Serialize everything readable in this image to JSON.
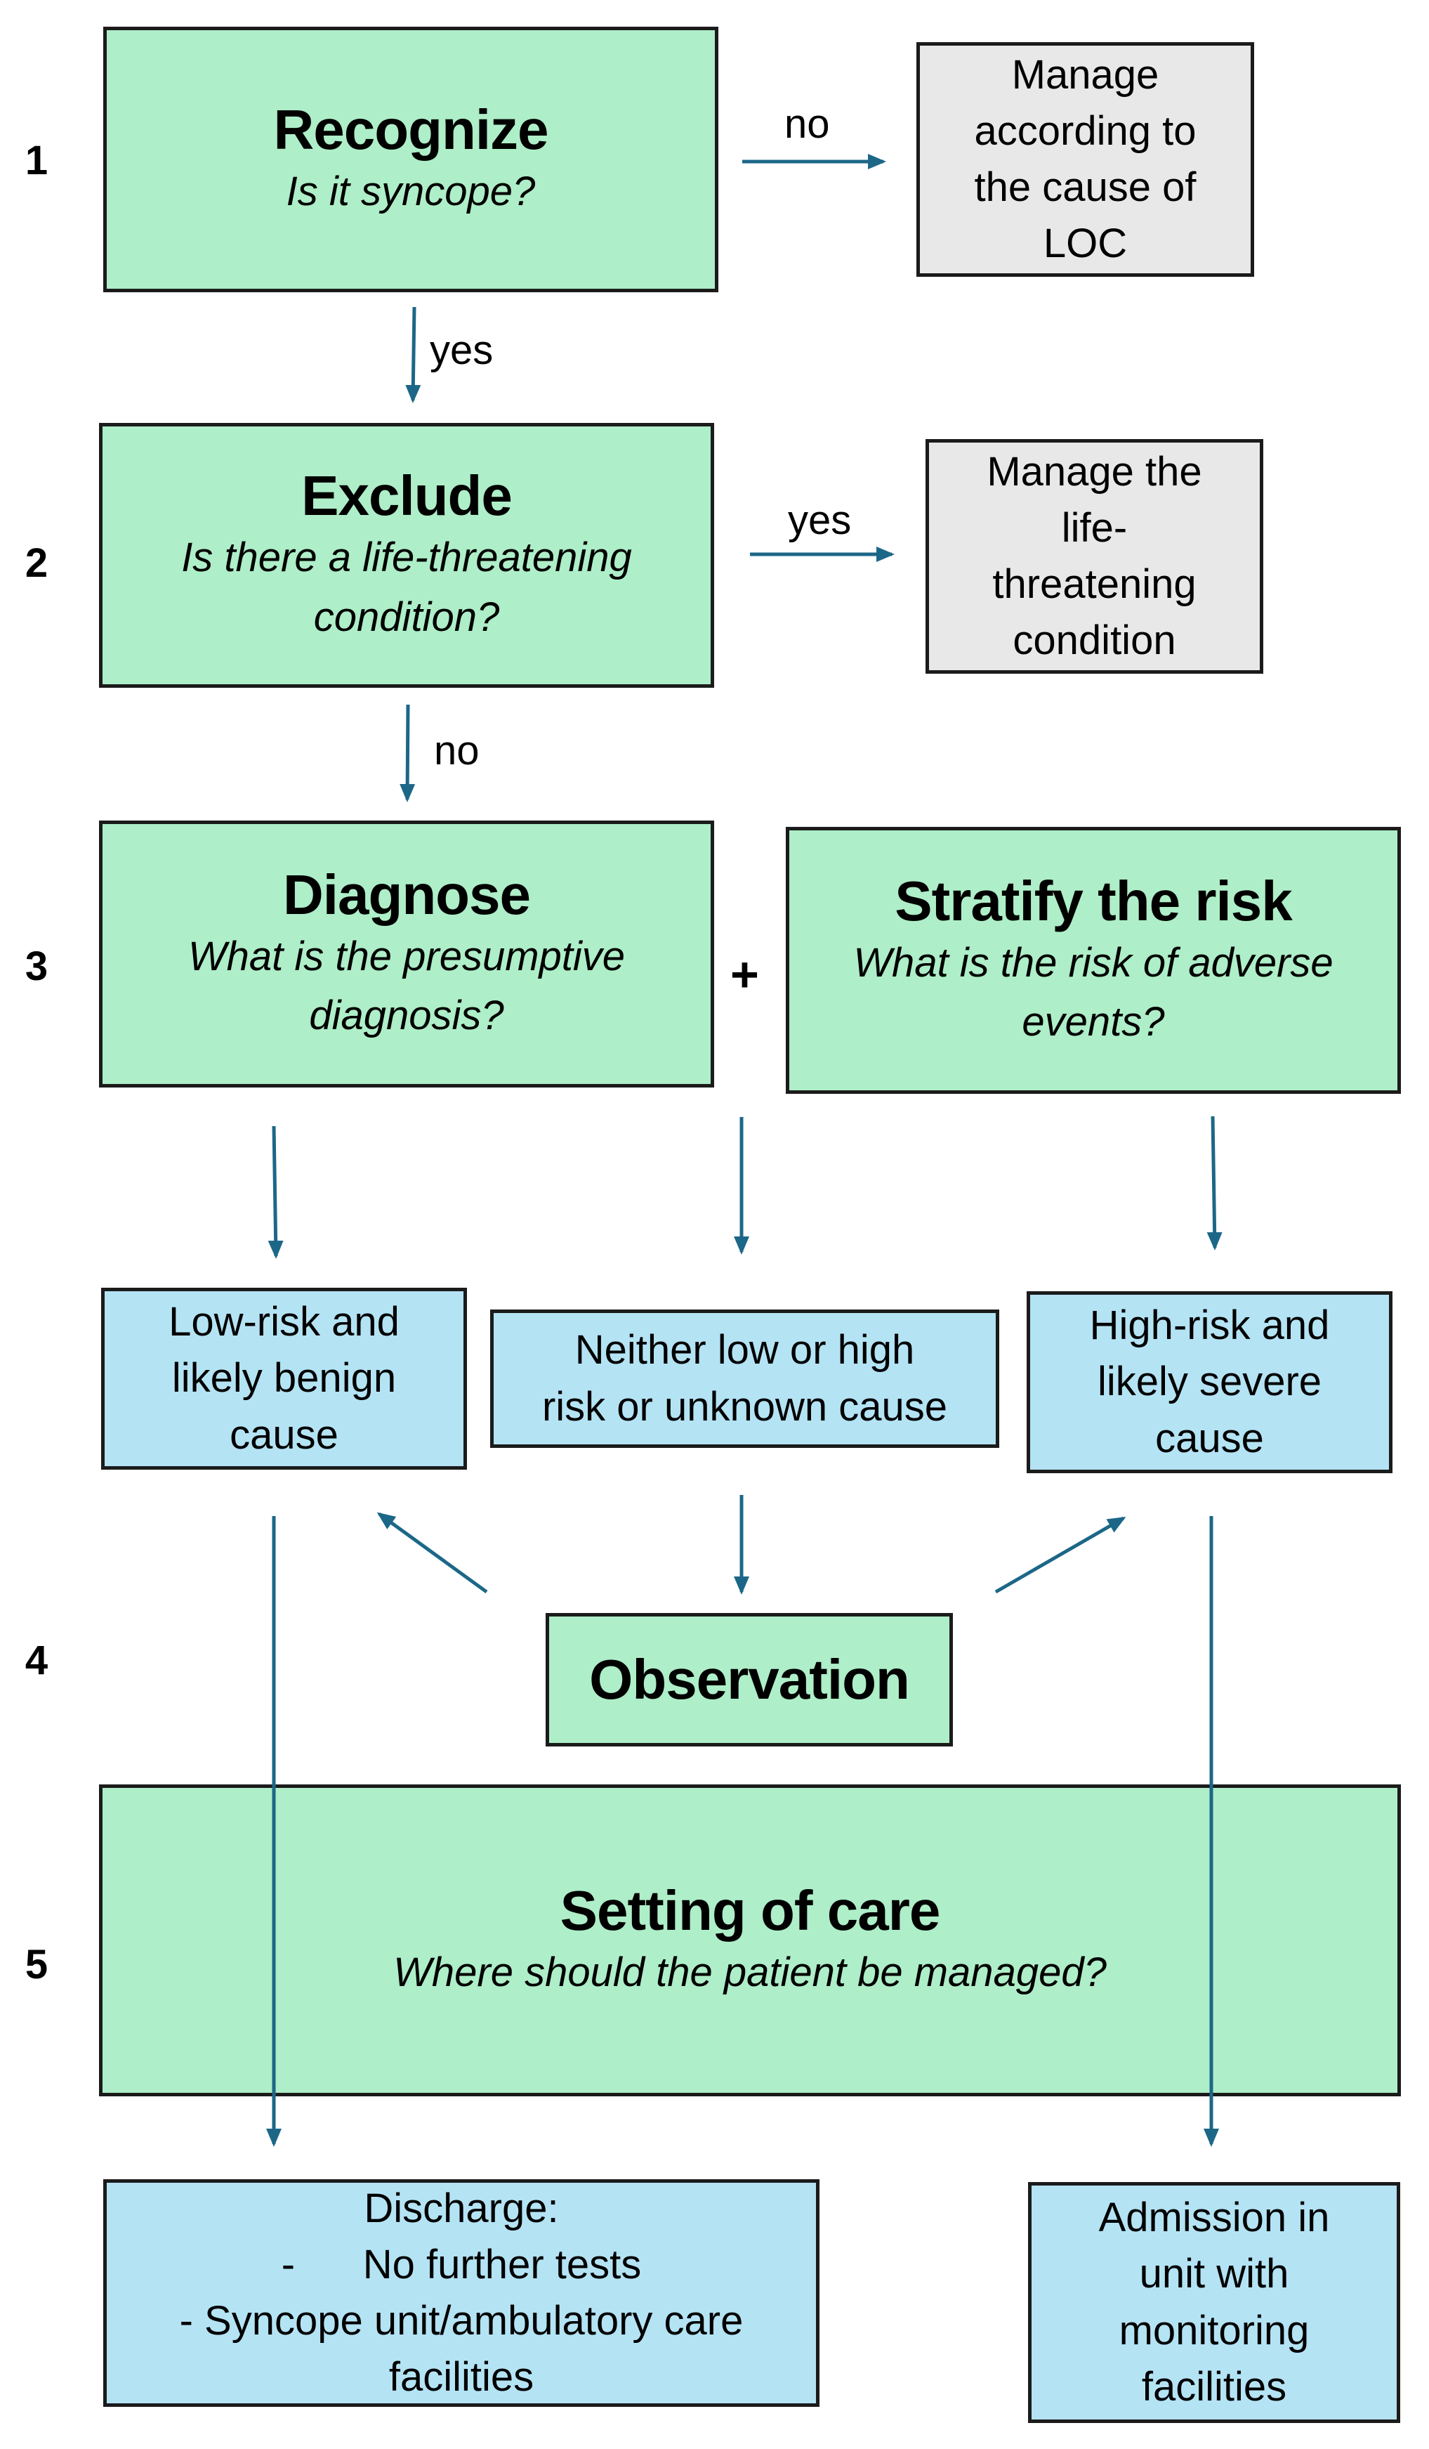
{
  "steps": [
    "1",
    "2",
    "3",
    "4",
    "5"
  ],
  "recognize": {
    "title": "Recognize",
    "question": "Is it syncope?"
  },
  "manage_loc": {
    "lines": [
      "Manage",
      "according to",
      "the cause of",
      "LOC"
    ]
  },
  "exclude": {
    "title": "Exclude",
    "question_lines": [
      "Is there a life-threatening",
      "condition?"
    ]
  },
  "manage_life": {
    "lines": [
      "Manage the",
      "life-",
      "threatening",
      "condition"
    ]
  },
  "diagnose": {
    "title": "Diagnose",
    "question_lines": [
      "What is the presumptive",
      "diagnosis?"
    ]
  },
  "plus": "+",
  "stratify": {
    "title": "Stratify the risk",
    "question_lines": [
      "What is the risk of adverse",
      "events?"
    ]
  },
  "low_risk": {
    "lines": [
      "Low-risk and",
      "likely benign",
      "cause"
    ]
  },
  "neither": {
    "lines": [
      "Neither low or high",
      "risk or unknown cause"
    ]
  },
  "high_risk": {
    "lines": [
      "High-risk and",
      "likely severe",
      "cause"
    ]
  },
  "observation": {
    "title": "Observation"
  },
  "setting": {
    "title": "Setting of care",
    "question": "Where should the patient be managed?"
  },
  "discharge": {
    "lines": [
      "Discharge:",
      "-      No further tests",
      "- Syncope unit/ambulatory care",
      "facilities"
    ]
  },
  "admission": {
    "lines": [
      "Admission in",
      "unit with",
      "monitoring",
      "facilities"
    ]
  },
  "arrow_labels": {
    "recognize_no": "no",
    "recognize_yes": "yes",
    "exclude_yes": "yes",
    "exclude_no": "no"
  },
  "colors": {
    "decision_green": "#aeeec8",
    "outcome_grey": "#e8e8e8",
    "category_blue": "#b4e3f4",
    "arrow": "#1c6788",
    "border": "#1b1b1b"
  }
}
